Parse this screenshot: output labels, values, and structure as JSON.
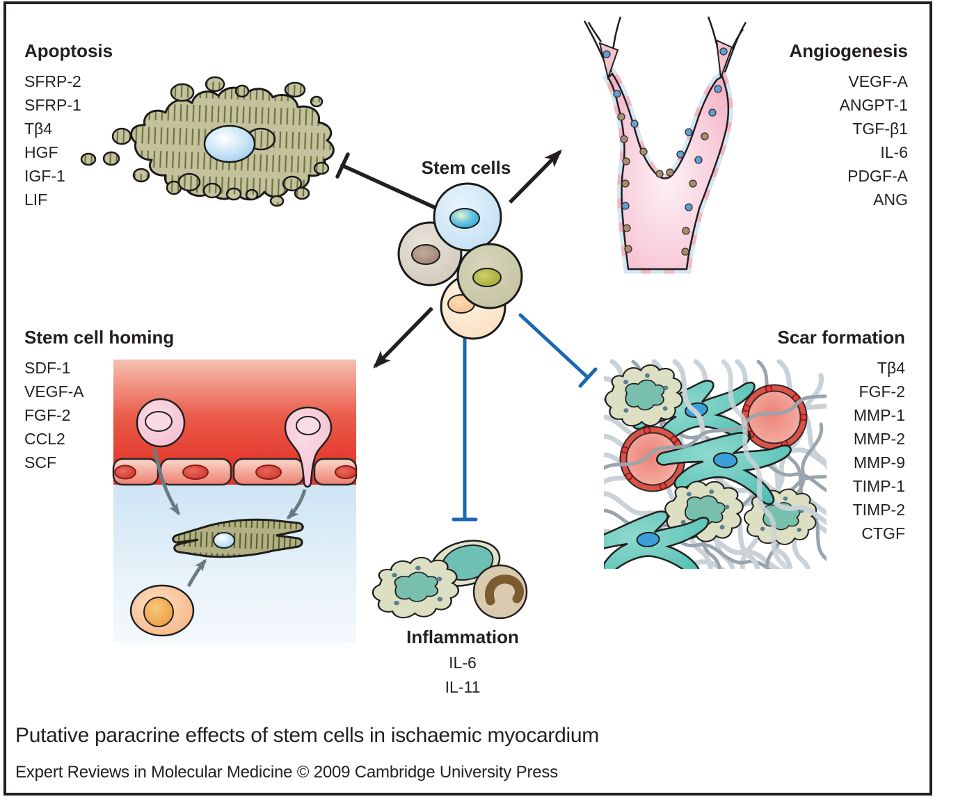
{
  "figure": {
    "caption": "Putative paracrine effects of stem cells in ischaemic myocardium",
    "attribution": "Expert Reviews in Molecular Medicine © 2009 Cambridge University Press"
  },
  "center_label": "Stem cells",
  "panels": {
    "apoptosis": {
      "title": "Apoptosis",
      "effect": "inhibited",
      "items": [
        "SFRP-2",
        "SFRP-1",
        "Tβ4",
        "HGF",
        "IGF-1",
        "LIF"
      ]
    },
    "angiogenesis": {
      "title": "Angiogenesis",
      "effect": "stimulated",
      "items": [
        "VEGF-A",
        "ANGPT-1",
        "TGF-β1",
        "IL-6",
        "PDGF-A",
        "ANG"
      ]
    },
    "homing": {
      "title": "Stem cell homing",
      "effect": "stimulated",
      "items": [
        "SDF-1",
        "VEGF-A",
        "FGF-2",
        "CCL2",
        "SCF"
      ]
    },
    "scar": {
      "title": "Scar formation",
      "effect": "inhibited",
      "items": [
        "Tβ4",
        "FGF-2",
        "MMP-1",
        "MMP-2",
        "MMP-9",
        "TIMP-1",
        "TIMP-2",
        "CTGF"
      ]
    },
    "inflammation": {
      "title": "Inflammation",
      "effect": "inhibited",
      "items": [
        "IL-6",
        "IL-11"
      ]
    }
  },
  "colors": {
    "text": "#231f20",
    "arrow_black": "#231f20",
    "inhibit_blue": "#1a67b2",
    "arrow_gray": "#6a7b84"
  }
}
